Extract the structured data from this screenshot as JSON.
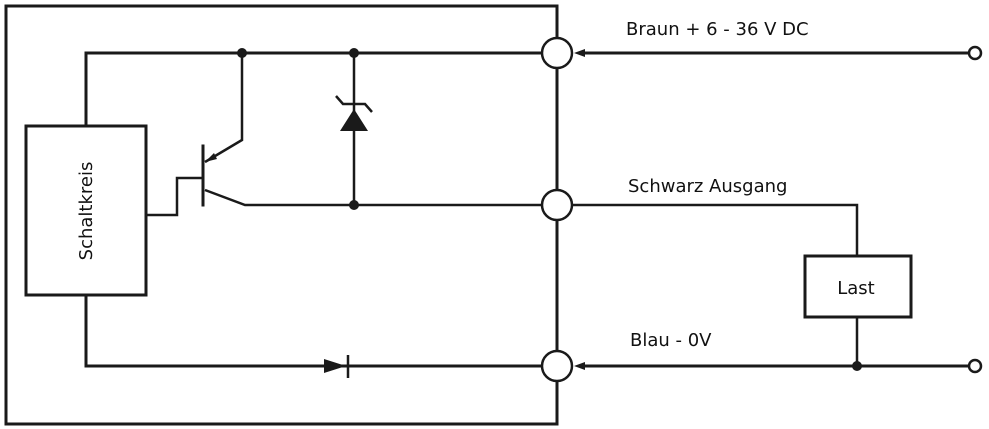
{
  "diagram": {
    "type": "circuit-schematic",
    "title": "",
    "components": {
      "control_block": {
        "label": "Schaltkreis"
      },
      "load": {
        "label": "Last"
      },
      "transistor": {
        "kind": "PNP transistor"
      },
      "zener_diode": {
        "kind": "Zener diode"
      },
      "protection_diode": {
        "kind": "Diode"
      }
    },
    "connections": [
      {
        "id": "brown",
        "label": "Braun + 6 - 36 V DC"
      },
      {
        "id": "black",
        "label": "Schwarz Ausgang"
      },
      {
        "id": "blue",
        "label": "Blau - 0V"
      }
    ],
    "colors": {
      "line": "#1a1a1a",
      "background": "#ffffff"
    }
  }
}
